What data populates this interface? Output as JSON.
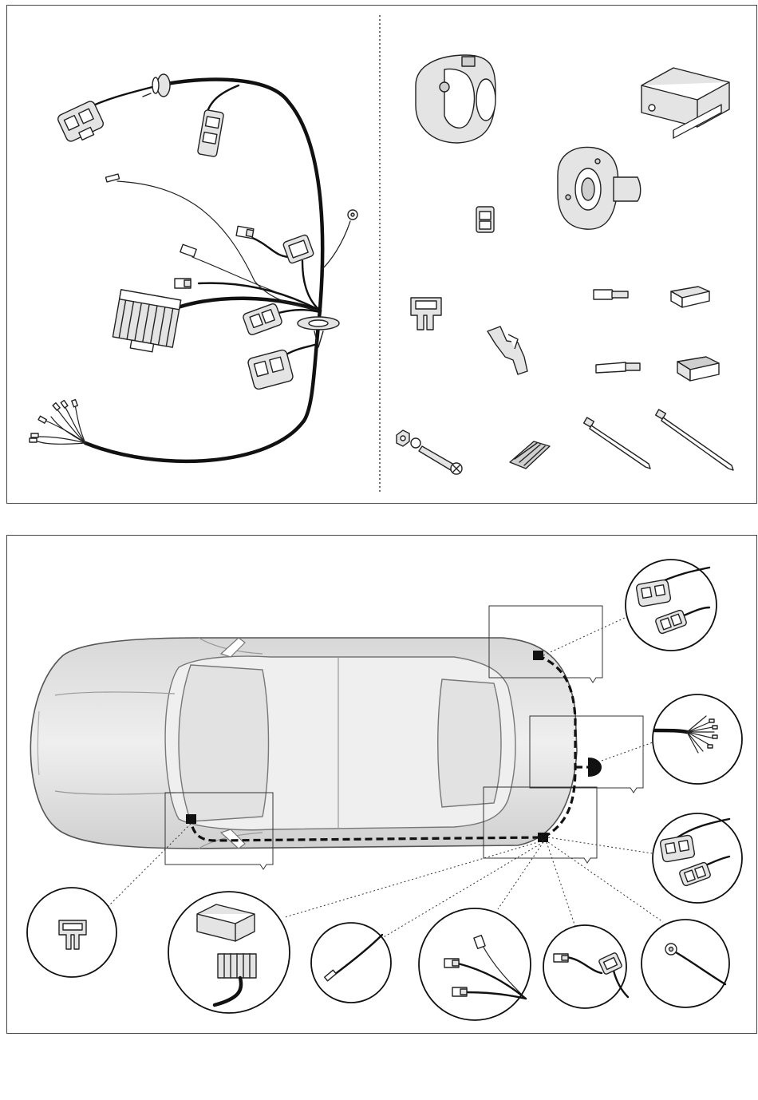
{
  "figure": {
    "top_panel": {
      "left_group": "wiring-harness",
      "right_group": "kit-components",
      "components": [
        "socket-housing-icon",
        "control-module-icon",
        "socket-mounting-plate-icon",
        "relay-connector-icon",
        "blade-fuse-icon",
        "terminal-connector-icon",
        "bracket-icon",
        "flat-connector-icon",
        "cap-connector-icon",
        "crimp-terminal-icon",
        "insulating-sleeve-icon",
        "screw-nut-washer-icon",
        "adhesive-pad-icon",
        "cable-tie-icon",
        "cable-tie-icon"
      ]
    },
    "bottom_panel": {
      "vehicle": "car-top-view-icon",
      "route_style": "dashed",
      "callouts": [
        "rear-light-connectors-icon",
        "socket-wire-bundle-icon",
        "rear-light-connectors-icon",
        "fuse-icon",
        "control-module-icon",
        "single-wire-icon",
        "flat-terminals-icon",
        "connector-pair-icon",
        "ring-terminal-icon"
      ]
    },
    "colors": {
      "line": "#111111",
      "car_body": "#e6e6e6",
      "car_shade": "#cccccc",
      "background": "#ffffff"
    }
  }
}
